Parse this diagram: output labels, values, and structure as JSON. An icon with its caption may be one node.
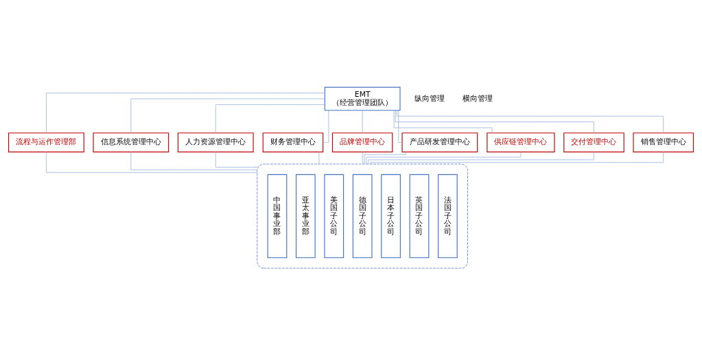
{
  "diagram": {
    "nodes": [
      {
        "text": [
          "EMT",
          "（经营管理团队）"
        ]
      },
      {
        "text": [
          "流程与运作管理部"
        ]
      },
      {
        "text": [
          "信息系统管理中心"
        ]
      },
      {
        "text": [
          "人力资源管理中心"
        ]
      },
      {
        "text": [
          "财务管理中心"
        ]
      },
      {
        "text": [
          "品牌管理中心"
        ]
      },
      {
        "text": [
          "产品研发管理中心"
        ]
      },
      {
        "text": [
          "供应链管理中心"
        ]
      },
      {
        "text": [
          "交付管理中心"
        ]
      },
      {
        "text": [
          "销售管理中心"
        ]
      },
      {
        "text": [],
        "shape": "box"
      },
      {
        "text": [
          "中国事业部"
        ],
        "in": 10
      },
      {
        "text": [
          "亚太事业部"
        ],
        "in": 10
      },
      {
        "text": [
          "美国子公司"
        ],
        "in": 10
      },
      {
        "text": [
          "德国子公司"
        ],
        "in": 10
      },
      {
        "text": [
          "日本子公司"
        ],
        "in": 10
      },
      {
        "text": [
          "英国子公司"
        ],
        "in": 10
      },
      {
        "text": [
          "法国子公司"
        ],
        "in": 10
      }
    ],
    "edges": [
      {
        "from": 0,
        "to": 1,
        "arrow": "none"
      },
      {
        "from": 0,
        "to": 2,
        "arrow": "none"
      },
      {
        "from": 0,
        "to": 3,
        "arrow": "none"
      },
      {
        "from": 0,
        "to": 4,
        "arrow": "none"
      },
      {
        "from": 0,
        "to": 5,
        "arrow": "none"
      },
      {
        "from": 0,
        "to": 6,
        "arrow": "none"
      },
      {
        "from": 0,
        "to": 7,
        "arrow": "none"
      },
      {
        "from": 0,
        "to": 8,
        "arrow": "none"
      },
      {
        "from": 0,
        "to": 9,
        "arrow": "none"
      },
      {
        "from": 1,
        "to": 10,
        "arrow": "none"
      },
      {
        "from": 2,
        "to": 10,
        "arrow": "none"
      },
      {
        "from": 3,
        "to": 10,
        "arrow": "none"
      },
      {
        "from": 4,
        "to": 10,
        "arrow": "none"
      },
      {
        "from": 5,
        "to": 10,
        "arrow": "none"
      },
      {
        "from": 6,
        "to": 10,
        "arrow": "none"
      },
      {
        "from": 7,
        "to": 10,
        "arrow": "none"
      },
      {
        "from": 8,
        "to": 10,
        "arrow": "none"
      },
      {
        "from": 9,
        "to": 10,
        "arrow": "none"
      }
    ],
    "labels": [
      "纵向管理",
      "横向管理"
    ]
  }
}
